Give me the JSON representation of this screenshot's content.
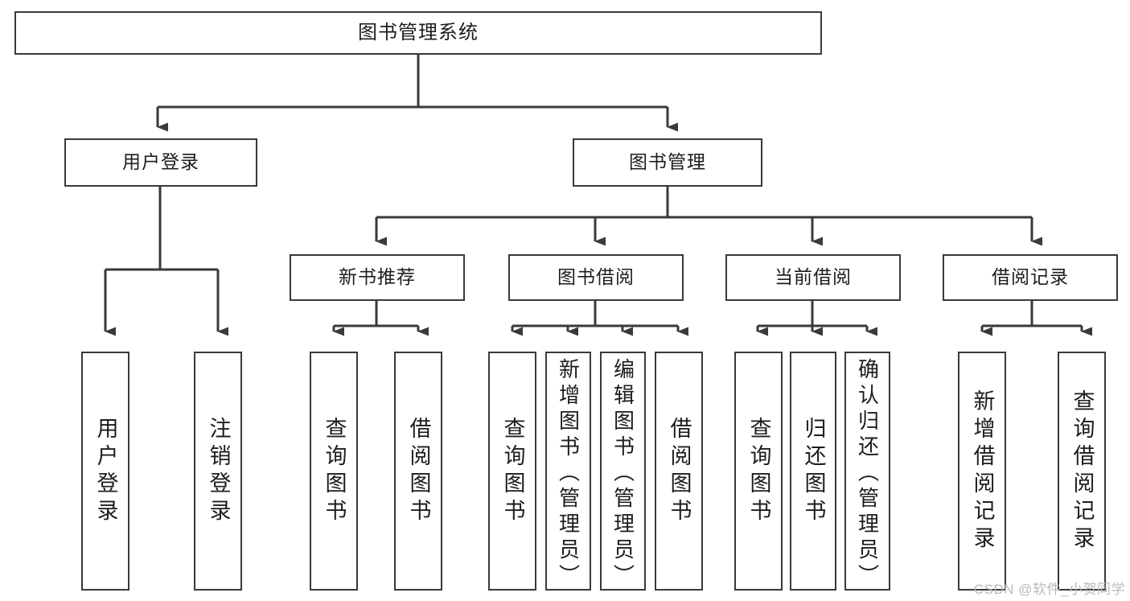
{
  "diagram": {
    "title": "图书管理系统",
    "type": "tree",
    "root": {
      "label": "图书管理系统"
    },
    "level2": [
      {
        "label": "用户登录"
      },
      {
        "label": "图书管理"
      }
    ],
    "level3": [
      {
        "label": "新书推荐"
      },
      {
        "label": "图书借阅"
      },
      {
        "label": "当前借阅"
      },
      {
        "label": "借阅记录"
      }
    ],
    "leaves": [
      {
        "label": "用户登录",
        "parent": "用户登录"
      },
      {
        "label": "注销登录",
        "parent": "用户登录"
      },
      {
        "label": "查询图书",
        "parent": "新书推荐"
      },
      {
        "label": "借阅图书",
        "parent": "新书推荐"
      },
      {
        "label": "查询图书",
        "parent": "图书借阅"
      },
      {
        "label": "新增图书（管理员）",
        "parent": "图书借阅"
      },
      {
        "label": "编辑图书（管理员）",
        "parent": "图书借阅"
      },
      {
        "label": "借阅图书",
        "parent": "图书借阅"
      },
      {
        "label": "查询图书",
        "parent": "当前借阅"
      },
      {
        "label": "归还图书",
        "parent": "当前借阅"
      },
      {
        "label": "确认归还（管理员）",
        "parent": "当前借阅"
      },
      {
        "label": "新增借阅记录",
        "parent": "借阅记录"
      },
      {
        "label": "查询借阅记录",
        "parent": "借阅记录"
      }
    ]
  },
  "watermark": {
    "text": "CSDN @软件_小贺同学"
  },
  "colors": {
    "stroke": "#3a3a3a",
    "fill": "#ffffff",
    "text": "#1d1d1d",
    "watermark": "#b9b9b9"
  }
}
